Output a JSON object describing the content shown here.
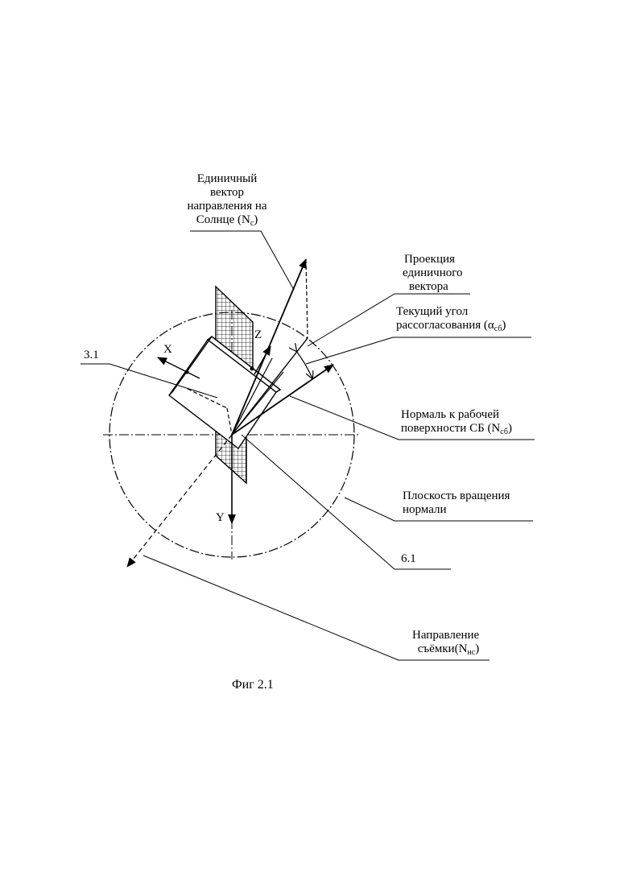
{
  "labels": {
    "sun_vector": {
      "line1": "Единичный",
      "line2": "вектор",
      "line3": "направления на",
      "line4_prefix": "Солнце (N",
      "line4_sub": "с",
      "line4_suffix": ")"
    },
    "projection": {
      "line1": "Проекция",
      "line2": "единичного",
      "line3": "вектора"
    },
    "current_angle": {
      "line1": "Текущий угол",
      "line2_prefix": "рассогласования (α",
      "line2_sub": "сб",
      "line2_suffix": ")"
    },
    "normal": {
      "line1": "Нормаль к рабочей",
      "line2_prefix": "поверхности СБ (N",
      "line2_sub": "сб",
      "line2_suffix": ")"
    },
    "rotation_plane": {
      "line1": "Плоскость вращения",
      "line2": "нормали"
    },
    "shooting_direction": {
      "line1": "Направление",
      "line2_prefix": "съёмки(N",
      "line2_sub": "нс",
      "line2_suffix": ")"
    },
    "ref_3_1": "3.1",
    "ref_6_1": "6.1"
  },
  "axes": {
    "x": "X",
    "y": "Y",
    "z": "Z"
  },
  "caption": "Фиг 2.1",
  "colors": {
    "ink": "#000000",
    "paper": "#ffffff"
  }
}
